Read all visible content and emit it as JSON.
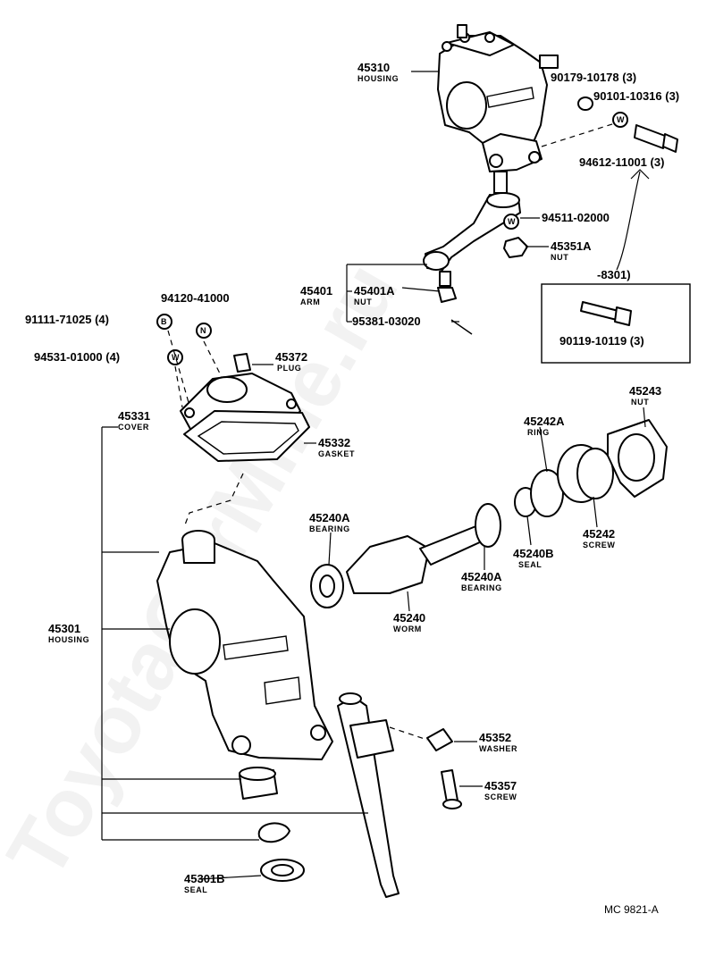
{
  "watermark": "ToyotaCarMine.ru",
  "diagram_code": "MC 9821-A",
  "symbols": {
    "washer": "W",
    "nut": "N",
    "bolt": "B"
  },
  "labels": {
    "p45310": {
      "num": "45310",
      "sub": "HOUSING"
    },
    "p90179": {
      "num": "90179-10178 (3)"
    },
    "p90101": {
      "num": "90101-10316 (3)"
    },
    "p94612": {
      "num": "94612-11001 (3)"
    },
    "p94511": {
      "num": "94511-02000"
    },
    "p45351A": {
      "num": "45351A",
      "sub": "NUT"
    },
    "p8301": {
      "num": "-8301)"
    },
    "p90119": {
      "num": "90119-10119 (3)"
    },
    "p45401": {
      "num": "45401",
      "sub": "ARM"
    },
    "p45401A": {
      "num": "45401A",
      "sub": "NUT"
    },
    "p95381": {
      "num": "95381-03020"
    },
    "p94120": {
      "num": "94120-41000"
    },
    "p91111": {
      "num": "91111-71025 (4)"
    },
    "p94531": {
      "num": "94531-01000 (4)"
    },
    "p45372": {
      "num": "45372",
      "sub": "PLUG"
    },
    "p45331": {
      "num": "45331",
      "sub": "COVER"
    },
    "p45332": {
      "num": "45332",
      "sub": "GASKET"
    },
    "p45243": {
      "num": "45243",
      "sub": "NUT"
    },
    "p45242A": {
      "num": "45242A",
      "sub": "RING"
    },
    "p45240Aa": {
      "num": "45240A",
      "sub": "BEARING"
    },
    "p45242": {
      "num": "45242",
      "sub": "SCREW"
    },
    "p45240B": {
      "num": "45240B",
      "sub": "SEAL"
    },
    "p45240Ab": {
      "num": "45240A",
      "sub": "BEARING"
    },
    "p45240": {
      "num": "45240",
      "sub": "WORM"
    },
    "p45301": {
      "num": "45301",
      "sub": "HOUSING"
    },
    "p45352": {
      "num": "45352",
      "sub": "WASHER"
    },
    "p45357": {
      "num": "45357",
      "sub": "SCREW"
    },
    "p45301B": {
      "num": "45301B",
      "sub": "SEAL"
    }
  }
}
